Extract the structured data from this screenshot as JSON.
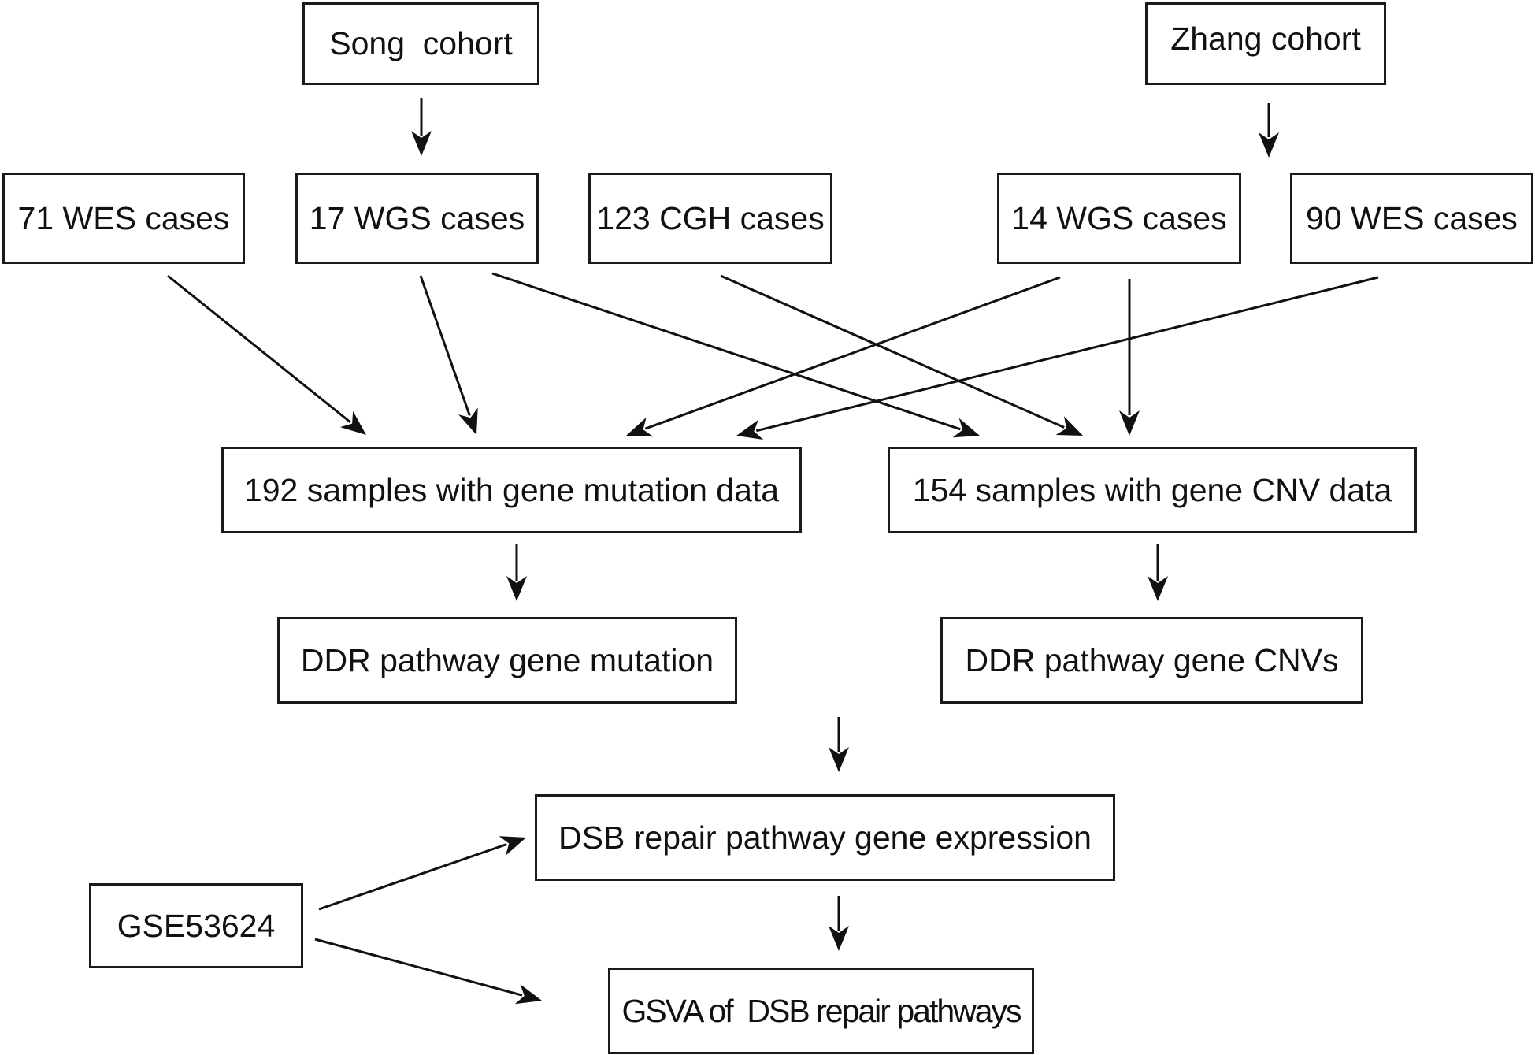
{
  "nodes": {
    "song_cohort": "Song  cohort",
    "zhang_cohort": "Zhang cohort",
    "wes71": "71 WES cases",
    "wgs17": "17 WGS cases",
    "cgh123": "123 CGH cases",
    "wgs14": "14 WGS cases",
    "wes90": "90 WES cases",
    "mutation_samples": "192 samples with gene mutation data",
    "cnv_samples": "154 samples with gene CNV data",
    "ddr_mutation": "DDR pathway gene mutation",
    "ddr_cnv": "DDR pathway gene CNVs",
    "dsb_expression": "DSB repair pathway gene expression",
    "gse": "GSE53624",
    "gsva": "GSVA of  DSB repair pathways"
  },
  "edges": [
    {
      "from": "song_cohort",
      "to": "wgs17"
    },
    {
      "from": "zhang_cohort",
      "to": "wgs14"
    },
    {
      "from": "wes71",
      "to": "mutation_samples"
    },
    {
      "from": "wgs17",
      "to": "mutation_samples"
    },
    {
      "from": "wgs17",
      "to": "cnv_samples"
    },
    {
      "from": "cgh123",
      "to": "cnv_samples"
    },
    {
      "from": "wgs14",
      "to": "mutation_samples"
    },
    {
      "from": "wgs14",
      "to": "cnv_samples"
    },
    {
      "from": "wes90",
      "to": "mutation_samples"
    },
    {
      "from": "mutation_samples",
      "to": "ddr_mutation"
    },
    {
      "from": "cnv_samples",
      "to": "ddr_cnv"
    },
    {
      "from": "ddr_mutation",
      "to": "dsb_expression"
    },
    {
      "from": "ddr_cnv",
      "to": "dsb_expression"
    },
    {
      "from": "gse",
      "to": "dsb_expression"
    },
    {
      "from": "gse",
      "to": "gsva"
    },
    {
      "from": "dsb_expression",
      "to": "gsva"
    }
  ]
}
